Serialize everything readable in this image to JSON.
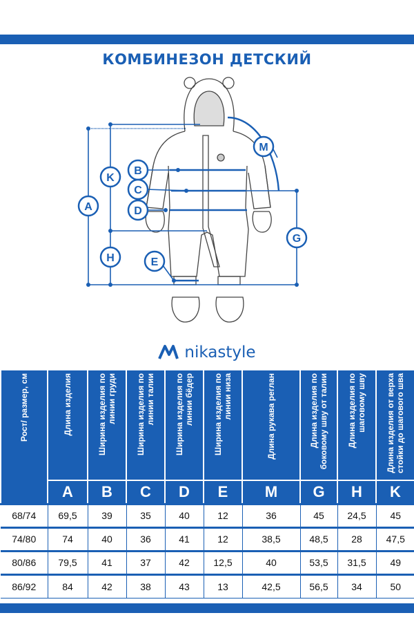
{
  "title": "КОМБИНЕЗОН ДЕТСКИЙ",
  "brand": {
    "name": "nikastyle",
    "icon": "nikastyle-logo-icon"
  },
  "colors": {
    "brand": "#1a5fb4",
    "line": "#1a5fb4"
  },
  "diagram_labels": [
    "A",
    "B",
    "C",
    "D",
    "E",
    "G",
    "H",
    "K",
    "M"
  ],
  "table": {
    "size_header": "Рост/ размер, см",
    "columns": [
      {
        "desc": "Длина изделия",
        "letter": "A"
      },
      {
        "desc": "Ширина изделия по линии груди",
        "letter": "B"
      },
      {
        "desc": "Ширина изделия по линии талии",
        "letter": "C"
      },
      {
        "desc": "Ширина изделия по линии бёдер",
        "letter": "D"
      },
      {
        "desc": "Ширина изделия по линии низа",
        "letter": "E"
      },
      {
        "desc": "Длина рукава реглан",
        "letter": "M"
      },
      {
        "desc": "Длина изделия по боковому шву от талии",
        "letter": "G"
      },
      {
        "desc": "Длина изделия по шаговому шву",
        "letter": "H"
      },
      {
        "desc": "Длина изделия от верха стойки до шагового шва",
        "letter": "K"
      }
    ],
    "rows": [
      {
        "size": "68/74",
        "values": [
          "69,5",
          "39",
          "35",
          "40",
          "12",
          "36",
          "45",
          "24,5",
          "45"
        ]
      },
      {
        "size": "74/80",
        "values": [
          "74",
          "40",
          "36",
          "41",
          "12",
          "38,5",
          "48,5",
          "28",
          "47,5"
        ]
      },
      {
        "size": "80/86",
        "values": [
          "79,5",
          "41",
          "37",
          "42",
          "12,5",
          "40",
          "53,5",
          "31,5",
          "49"
        ]
      },
      {
        "size": "86/92",
        "values": [
          "84",
          "42",
          "38",
          "43",
          "13",
          "42,5",
          "56,5",
          "34",
          "50"
        ]
      }
    ]
  }
}
